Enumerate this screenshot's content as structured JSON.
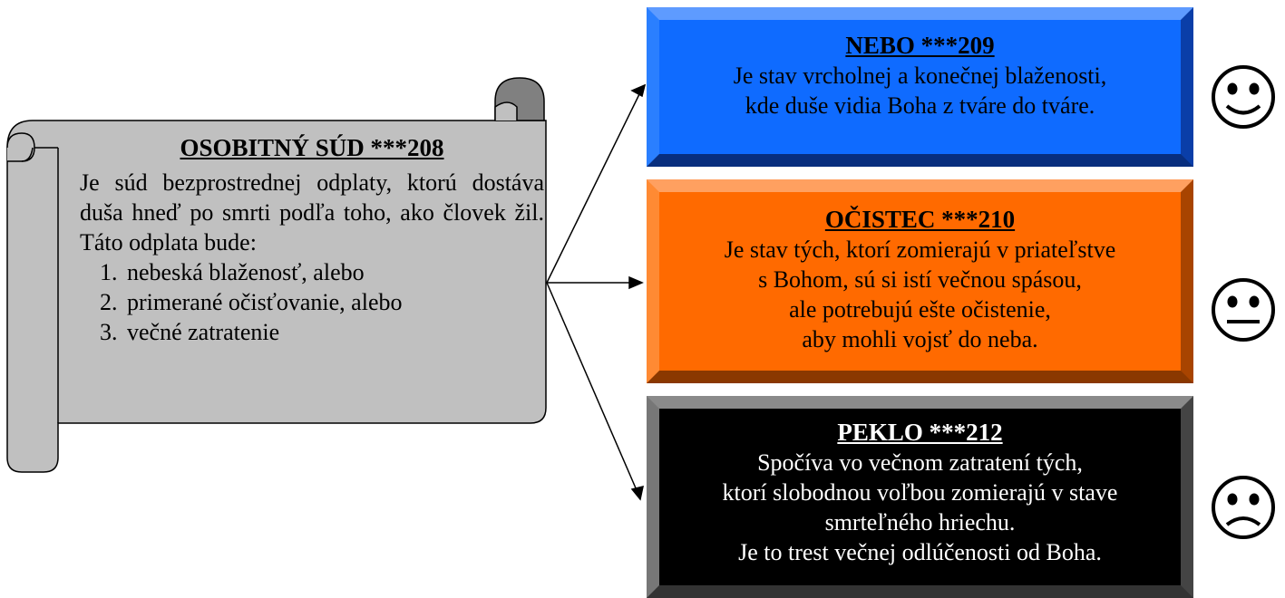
{
  "scroll": {
    "title": "OSOBITNÝ SÚD  ***208",
    "body": "Je súd bezprostrednej odplaty, ktorú dostáva duša hneď po smrti podľa toho, ako človek žil. Táto odplata bude:",
    "items": [
      {
        "num": "1.",
        "text": "nebeská blaženosť, alebo"
      },
      {
        "num": "2.",
        "text": "primerané očisťovanie, alebo"
      },
      {
        "num": "3.",
        "text": "večné zatratenie"
      }
    ]
  },
  "heaven": {
    "title": "NEBO   ***209",
    "lines": [
      "Je stav vrcholnej a konečnej blaženosti,",
      "kde duše vidia Boha z tváre do tváre."
    ],
    "icon": "happy-face-icon",
    "color": "#0f6bff"
  },
  "purgatory": {
    "title": "OČISTEC   ***210",
    "lines": [
      "Je stav tých, ktorí zomierajú v priateľstve",
      "s Bohom, sú si istí večnou spásou,",
      "ale potrebujú ešte očistenie,",
      "aby mohli vojsť do neba."
    ],
    "icon": "neutral-face-icon",
    "color": "#ff6a00"
  },
  "hell": {
    "title": "PEKLO   ***212",
    "lines": [
      "Spočíva vo večnom zatratení tých,",
      "ktorí slobodnou voľbou zomierajú v stave",
      "smrteľného hriechu.",
      "Je to trest večnej odlúčenosti od Boha."
    ],
    "icon": "sad-face-icon",
    "color": "#000000"
  }
}
